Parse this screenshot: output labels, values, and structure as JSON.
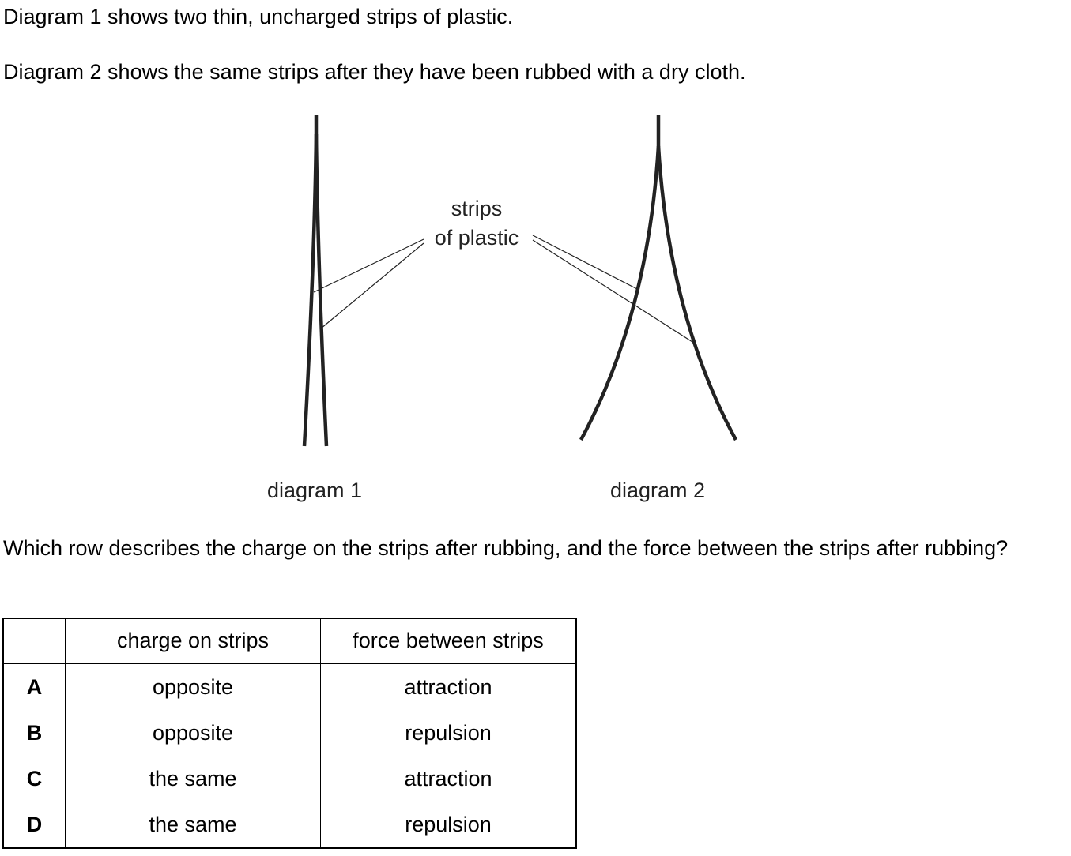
{
  "intro": {
    "line1": "Diagram 1 shows two thin, uncharged strips of plastic.",
    "line2": "Diagram 2 shows the same strips after they have been rubbed with a dry cloth."
  },
  "figure": {
    "label_line1": "strips",
    "label_line2": "of plastic",
    "caption1": "diagram 1",
    "caption2": "diagram 2"
  },
  "question": "Which row describes the charge on the strips after rubbing, and the force between the strips after rubbing?",
  "table": {
    "headers": [
      "",
      "charge on strips",
      "force between strips"
    ],
    "rows": [
      {
        "letter": "A",
        "charge": "opposite",
        "force": "attraction"
      },
      {
        "letter": "B",
        "charge": "opposite",
        "force": "repulsion"
      },
      {
        "letter": "C",
        "charge": "the same",
        "force": "attraction"
      },
      {
        "letter": "D",
        "charge": "the same",
        "force": "repulsion"
      }
    ]
  }
}
